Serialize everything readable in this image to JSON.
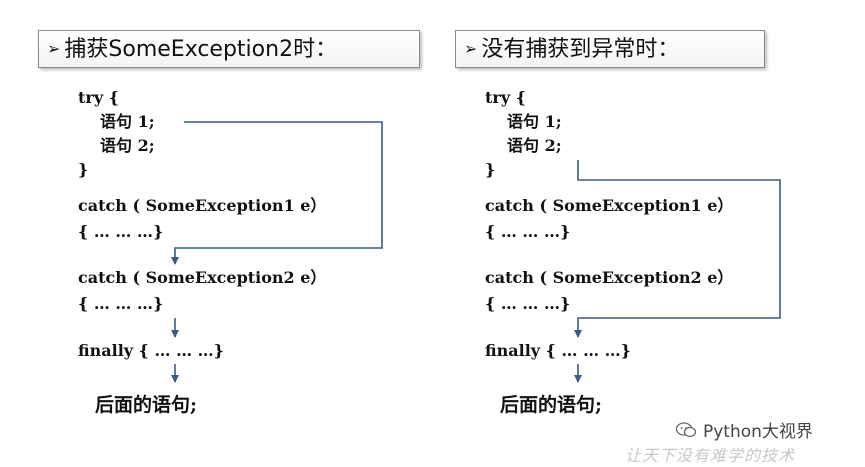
{
  "left": {
    "title_bullet": "➢",
    "title": "捕获SomeException2时：",
    "code": {
      "try_open": "try {",
      "stmt1": "语句 1;",
      "stmt2": "语句 2;",
      "try_close": "}",
      "catch1": "catch ( SomeException1 e）",
      "catch1_body": "{ … … …}",
      "catch2": "catch ( SomeException2 e）",
      "catch2_body": "{ … … …}",
      "finally": "finally { … … …}",
      "after": "后面的语句;"
    }
  },
  "right": {
    "title_bullet": "➢",
    "title": "没有捕获到异常时：",
    "code": {
      "try_open": "try {",
      "stmt1": "语句 1;",
      "stmt2": "语句 2;",
      "try_close": "}",
      "catch1": "catch ( SomeException1 e）",
      "catch1_body": "{ … … …}",
      "catch2": "catch ( SomeException2 e）",
      "catch2_body": "{ … … …}",
      "finally": "finally { … … …}",
      "after": "后面的语句;"
    }
  },
  "watermark": {
    "brand": "Python大视界",
    "slogan": "让天下没有难学的技术"
  },
  "colors": {
    "arrow": "#3b5a85",
    "title_border": "#8a8a8a"
  }
}
